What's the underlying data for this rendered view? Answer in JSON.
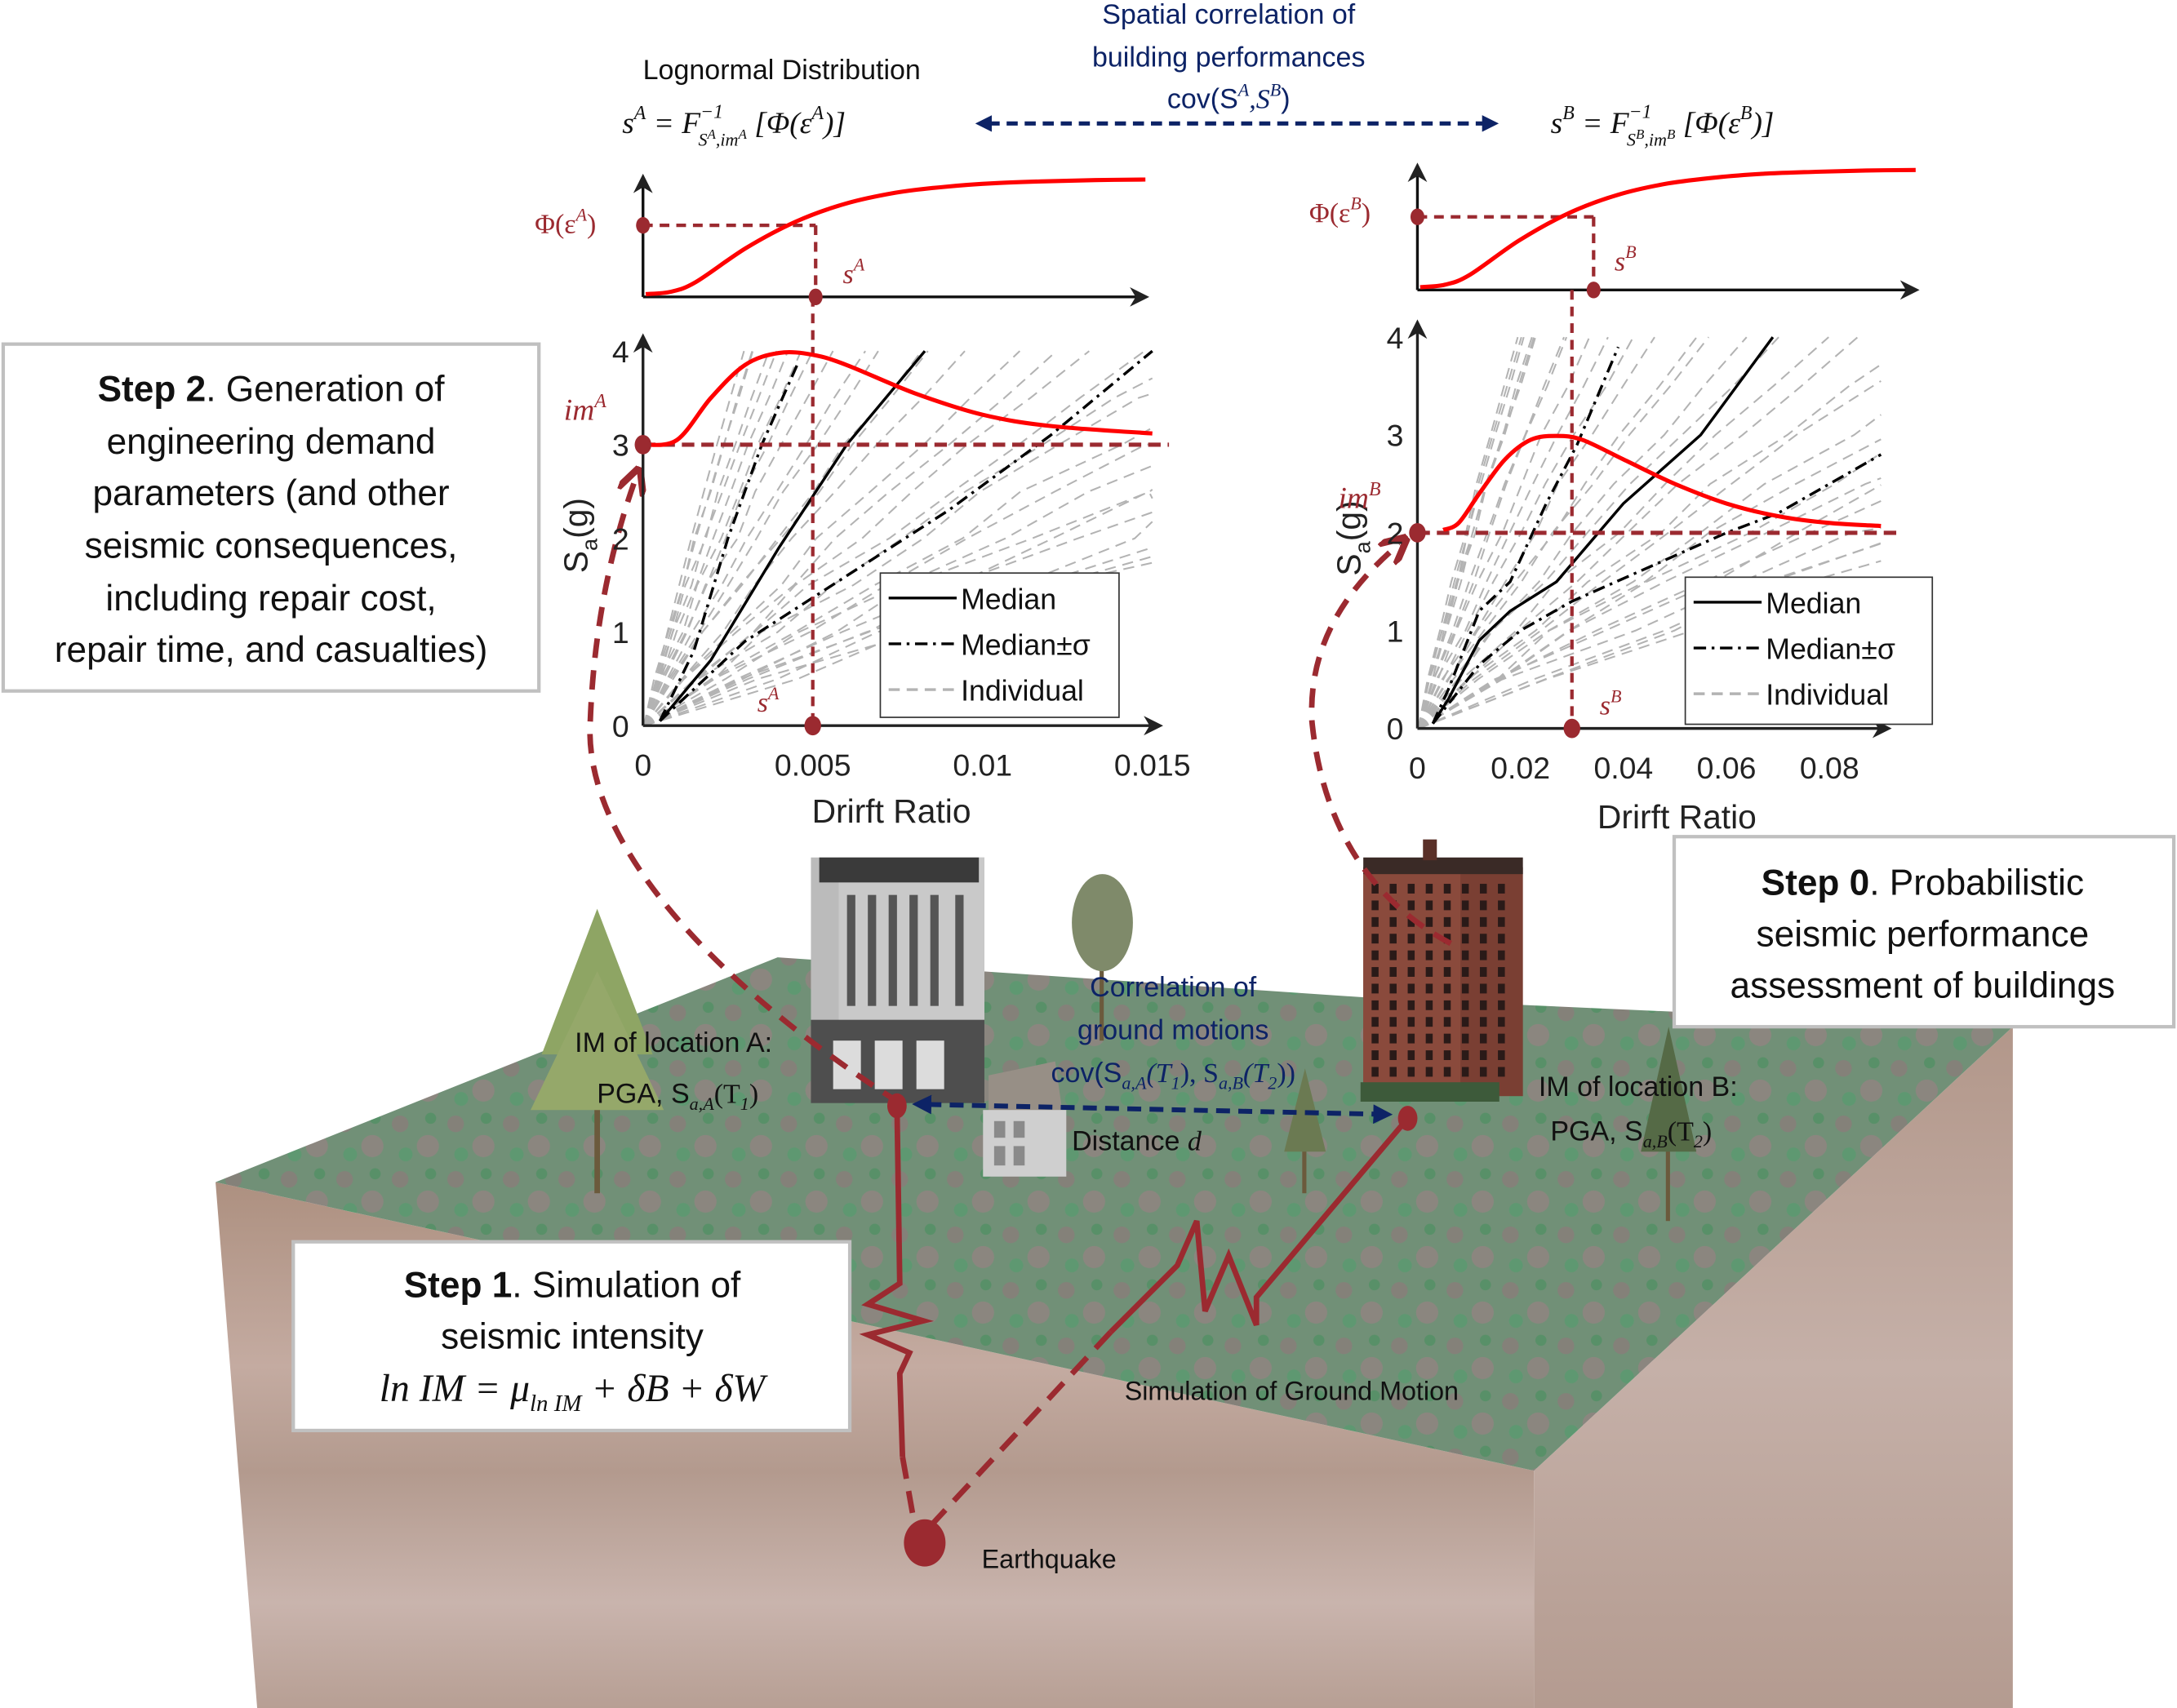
{
  "colors": {
    "dark_red": "#9b2a30",
    "bright_red": "#ff0000",
    "navy": "#0d2366",
    "axis": "#222222",
    "gray_dash": "#b3b3b3",
    "box_border": "#c0c0c0",
    "soil": "#b59a8a",
    "grass": "#5f8a6a"
  },
  "header": {
    "spatial_corr_line1": "Spatial correlation of",
    "spatial_corr_line2": "building performances",
    "spatial_corr_cov": "cov(S",
    "spatial_corr_sup_a": "A",
    "spatial_corr_mid": ",S",
    "spatial_corr_sup_b": "B",
    "spatial_corr_end": ")",
    "lognormal_title": "Lognormal Distribution",
    "formula_a": "s^A = F^{-1}_{S^A, im^A}[Φ(ε^A)]",
    "formula_b": "s^B = F^{-1}_{S^B, im^B}[Φ(ε^B)]"
  },
  "formula_parts": {
    "s": "s",
    "eq": " = F",
    "inv": "−1",
    "sub_a": "S",
    "sub_a_sup": "A",
    "sub_im": ",im",
    "sub_im_sup_a": "A",
    "bracket_open": " [Φ(ε",
    "bracket_close": ")]",
    "sup_a": "A",
    "sup_b": "B"
  },
  "cdf_a": {
    "y_label": "Φ(ε",
    "y_label_sup": "A",
    "y_label_end": ")",
    "x_label": "s",
    "x_label_sup": "A"
  },
  "cdf_b": {
    "y_label": "Φ(ε",
    "y_label_sup": "B",
    "y_label_end": ")",
    "x_label": "s",
    "x_label_sup": "B"
  },
  "steps": {
    "step0_bold": "Step 0",
    "step0_line1": ". Probabilistic",
    "step0_line2": "seismic performance",
    "step0_line3": "assessment of buildings",
    "step1_bold": "Step 1",
    "step1_line1": ". Simulation of",
    "step1_line2": "seismic intensity",
    "step1_formula": "ln IM = μ",
    "step1_formula_sub": "ln IM",
    "step1_formula_end": " + δB + δW",
    "step2_bold": "Step 2",
    "step2_line1": ". Generation of",
    "step2_line2": "engineering demand",
    "step2_line3": "parameters (and other",
    "step2_line4": "seismic consequences,",
    "step2_line5": "including repair cost,",
    "step2_line6": "repair time, and casualties)"
  },
  "scene": {
    "im_a_line1": "IM of location A:",
    "im_a_line2": "PGA, S",
    "im_a_sub": "a,A",
    "im_a_end": "(T",
    "im_a_t_sub": "1",
    "im_a_close": ")",
    "im_b_line1": "IM of location B:",
    "im_b_line2": "PGA, S",
    "im_b_sub": "a,B",
    "im_b_end": "(T",
    "im_b_t_sub": "2",
    "im_b_close": ")",
    "gm_corr_line1": "Correlation of",
    "gm_corr_line2": "ground motions",
    "gm_corr_cov": "cov(S",
    "gm_corr_sub1": "a,A",
    "gm_corr_t1": "(T",
    "gm_corr_t1_sub": "1",
    "gm_corr_mid": "), S",
    "gm_corr_sub2": "a,B",
    "gm_corr_t2": "(T",
    "gm_corr_t2_sub": "2",
    "gm_corr_close": "))",
    "distance_label": "Distance ",
    "distance_var": "d",
    "sim_gm_label": "Simulation of Ground Motion",
    "earthquake_label": "Earthquake"
  },
  "chart_data": [
    {
      "id": "chart_a",
      "type": "line",
      "title": "",
      "xlabel": "Drirft Ratio",
      "ylabel": "S_a(g)",
      "ylabel_main": "S",
      "ylabel_sub": "a",
      "ylabel_unit": "(g)",
      "xlim": [
        0,
        0.015
      ],
      "ylim": [
        0,
        4
      ],
      "xticks": [
        0,
        0.005,
        0.01,
        0.015
      ],
      "xtick_labels": [
        "0",
        "0.005",
        "0.01",
        "0.015"
      ],
      "yticks": [
        0,
        1,
        2,
        3,
        4
      ],
      "ytick_labels": [
        "0",
        "1",
        "2",
        "3",
        "4"
      ],
      "grid": false,
      "legend": {
        "position": "bottom-right",
        "entries": [
          "Median",
          "Median±σ",
          "Individual"
        ]
      },
      "im_value": 3,
      "im_label": "im",
      "im_label_sup": "A",
      "s_value": 0.005,
      "s_label": "s",
      "s_label_sup": "A",
      "series": [
        {
          "name": "Median",
          "style": "solid",
          "x": [
            0.0005,
            0.002,
            0.004,
            0.006,
            0.0083
          ],
          "y": [
            0.05,
            0.7,
            1.9,
            3.0,
            4.0
          ]
        },
        {
          "name": "Median+σ",
          "style": "dashdot",
          "x": [
            0.0005,
            0.0015,
            0.0025,
            0.0035,
            0.0046
          ],
          "y": [
            0.05,
            0.8,
            2.0,
            3.0,
            3.9
          ]
        },
        {
          "name": "Median-σ",
          "style": "dashdot",
          "x": [
            0.0005,
            0.003,
            0.006,
            0.009,
            0.012,
            0.015
          ],
          "y": [
            0.05,
            0.9,
            1.6,
            2.3,
            3.1,
            4.0
          ]
        },
        {
          "name": "PDF",
          "style": "red",
          "x": [
            0,
            0.001,
            0.002,
            0.003,
            0.004,
            0.005,
            0.006,
            0.008,
            0.01,
            0.012,
            0.015
          ],
          "y": [
            3.0,
            3.05,
            3.5,
            3.85,
            3.98,
            3.96,
            3.85,
            3.55,
            3.32,
            3.2,
            3.12
          ]
        }
      ],
      "individual_count": 30
    },
    {
      "id": "chart_b",
      "type": "line",
      "title": "",
      "xlabel": "Drirft Ratio",
      "ylabel": "S_a(g)",
      "ylabel_main": "S",
      "ylabel_sub": "a",
      "ylabel_unit": "(g)",
      "xlim": [
        0,
        0.09
      ],
      "ylim": [
        0,
        4
      ],
      "xticks": [
        0,
        0.02,
        0.04,
        0.06,
        0.08
      ],
      "xtick_labels": [
        "0",
        "0.02",
        "0.04",
        "0.06",
        "0.08"
      ],
      "yticks": [
        0,
        1,
        2,
        3,
        4
      ],
      "ytick_labels": [
        "0",
        "1",
        "2",
        "3",
        "4"
      ],
      "grid": false,
      "legend": {
        "position": "bottom-right",
        "entries": [
          "Median",
          "Median±σ",
          "Individual"
        ]
      },
      "im_value": 2,
      "im_label": "im",
      "im_label_sup": "B",
      "s_value": 0.03,
      "s_label": "s",
      "s_label_sup": "B",
      "series": [
        {
          "name": "Median",
          "style": "solid",
          "x": [
            0.003,
            0.006,
            0.012,
            0.018,
            0.027,
            0.04,
            0.055,
            0.069
          ],
          "y": [
            0.05,
            0.3,
            0.9,
            1.2,
            1.5,
            2.3,
            3.0,
            4.0
          ]
        },
        {
          "name": "Median+σ",
          "style": "dashdot",
          "x": [
            0.003,
            0.006,
            0.012,
            0.018,
            0.025,
            0.031,
            0.039
          ],
          "y": [
            0.05,
            0.4,
            1.2,
            1.5,
            2.3,
            2.9,
            3.9
          ]
        },
        {
          "name": "Median-σ",
          "style": "dashdot",
          "x": [
            0.003,
            0.006,
            0.012,
            0.02,
            0.03,
            0.045,
            0.06,
            0.07,
            0.09
          ],
          "y": [
            0.05,
            0.25,
            0.65,
            1.0,
            1.3,
            1.65,
            2.0,
            2.2,
            2.8
          ]
        },
        {
          "name": "PDF",
          "style": "red",
          "x": [
            0.005,
            0.008,
            0.012,
            0.017,
            0.022,
            0.027,
            0.032,
            0.04,
            0.05,
            0.06,
            0.07,
            0.08,
            0.09
          ],
          "y": [
            2.03,
            2.1,
            2.4,
            2.75,
            2.95,
            2.99,
            2.95,
            2.75,
            2.5,
            2.3,
            2.17,
            2.1,
            2.07
          ]
        }
      ],
      "individual_count": 30
    },
    {
      "id": "cdf_a_chart",
      "type": "line",
      "title": "",
      "xlabel": "",
      "ylabel": "",
      "xlim": [
        0,
        1
      ],
      "ylim": [
        0,
        1
      ],
      "series": [
        {
          "name": "CDF",
          "style": "red",
          "x": [
            0,
            0.05,
            0.1,
            0.2,
            0.3,
            0.4,
            0.5,
            0.6,
            0.7,
            0.8,
            0.9,
            1.0
          ],
          "y": [
            0.0,
            0.02,
            0.1,
            0.38,
            0.6,
            0.75,
            0.84,
            0.89,
            0.92,
            0.935,
            0.945,
            0.95
          ]
        }
      ],
      "marker_x": 0.34,
      "marker_y": 0.57
    },
    {
      "id": "cdf_b_chart",
      "type": "line",
      "title": "",
      "xlabel": "",
      "ylabel": "",
      "xlim": [
        0,
        1
      ],
      "ylim": [
        0,
        1
      ],
      "series": [
        {
          "name": "CDF",
          "style": "red",
          "x": [
            0,
            0.05,
            0.1,
            0.2,
            0.3,
            0.4,
            0.5,
            0.6,
            0.7,
            0.8,
            0.9,
            1.0
          ],
          "y": [
            0.0,
            0.02,
            0.1,
            0.38,
            0.6,
            0.75,
            0.84,
            0.89,
            0.92,
            0.935,
            0.945,
            0.95
          ]
        }
      ],
      "marker_x": 0.35,
      "marker_y": 0.57
    }
  ]
}
